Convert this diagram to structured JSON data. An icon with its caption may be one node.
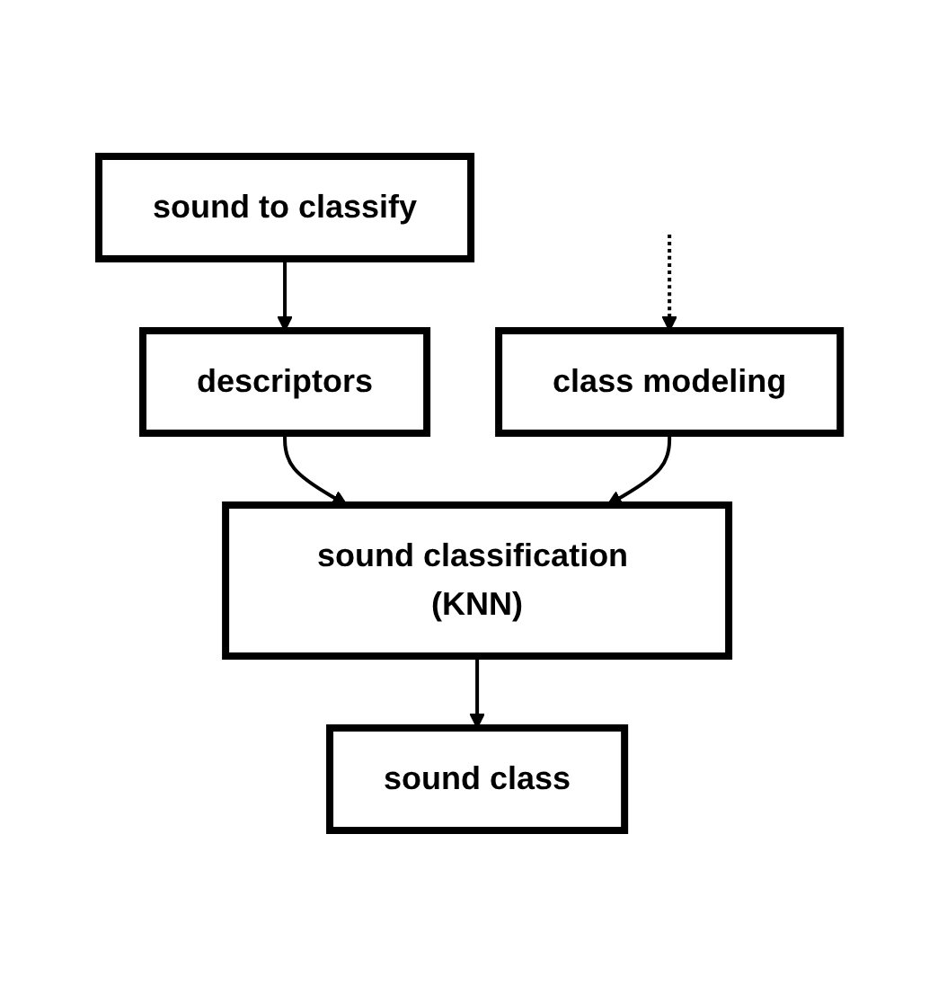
{
  "diagram": {
    "nodes": [
      {
        "text": [
          "sound to classify"
        ]
      },
      {
        "text": [
          "descriptors"
        ]
      },
      {
        "text": [
          "class modeling"
        ]
      },
      {
        "text": [
          "sound classification (KNN)"
        ]
      },
      {
        "text": [
          "sound class"
        ]
      }
    ],
    "edges": [
      {
        "from": null,
        "to": 2,
        "arrow": "to",
        "style": "dashed"
      },
      {
        "from": 0,
        "to": 1,
        "arrow": "to"
      },
      {
        "from": 1,
        "to": 3,
        "arrow": "to"
      },
      {
        "from": 2,
        "to": 3,
        "arrow": "to"
      },
      {
        "from": 3,
        "to": 4,
        "arrow": "to"
      }
    ]
  }
}
